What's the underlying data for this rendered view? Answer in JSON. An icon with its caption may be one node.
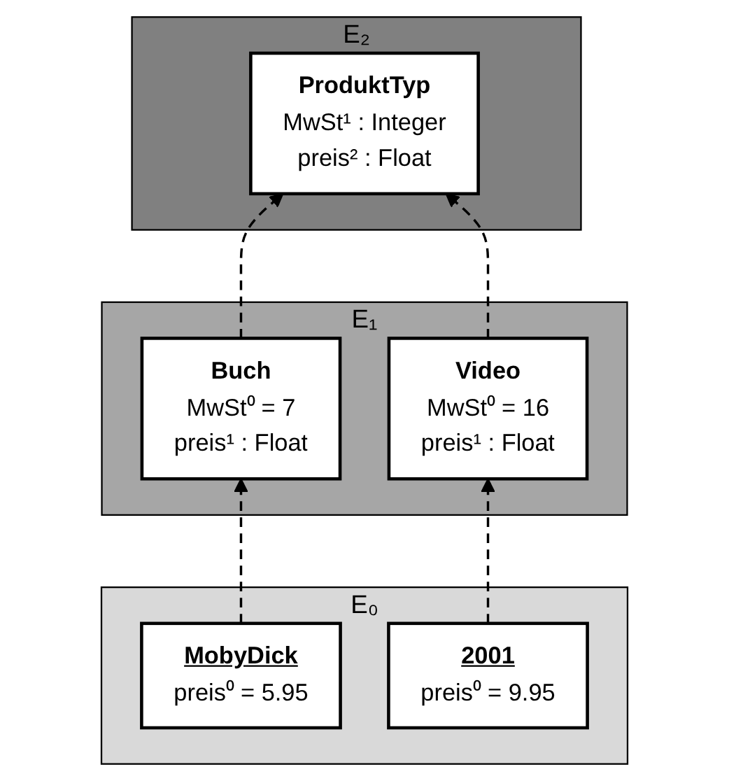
{
  "diagram": {
    "nodes": [
      {
        "text": [
          "E₂"
        ]
      },
      {
        "text": [
          "ProduktTyp",
          "MwSt¹ : Integer",
          "preis² : Float"
        ],
        "in": 0
      },
      {
        "text": [
          "E₁"
        ]
      },
      {
        "text": [
          "Buch",
          "MwSt⁰ = 7",
          "preis¹ : Float"
        ],
        "in": 2
      },
      {
        "text": [
          "Video",
          "MwSt⁰ = 16",
          "preis¹ : Float"
        ],
        "in": 2
      },
      {
        "text": [
          "E₀"
        ]
      },
      {
        "text": [
          "MobyDick",
          "preis⁰ = 5.95"
        ],
        "in": 5
      },
      {
        "text": [
          "2001",
          "preis⁰ = 9.95"
        ],
        "in": 5
      }
    ],
    "edges": [
      {
        "from": 3,
        "to": 1,
        "arrow": "to",
        "style": "dashed"
      },
      {
        "from": 4,
        "to": 1,
        "arrow": "to",
        "style": "dashed"
      },
      {
        "from": 6,
        "to": 3,
        "arrow": "to",
        "style": "dashed"
      },
      {
        "from": 7,
        "to": 4,
        "arrow": "to",
        "style": "dashed"
      }
    ]
  }
}
